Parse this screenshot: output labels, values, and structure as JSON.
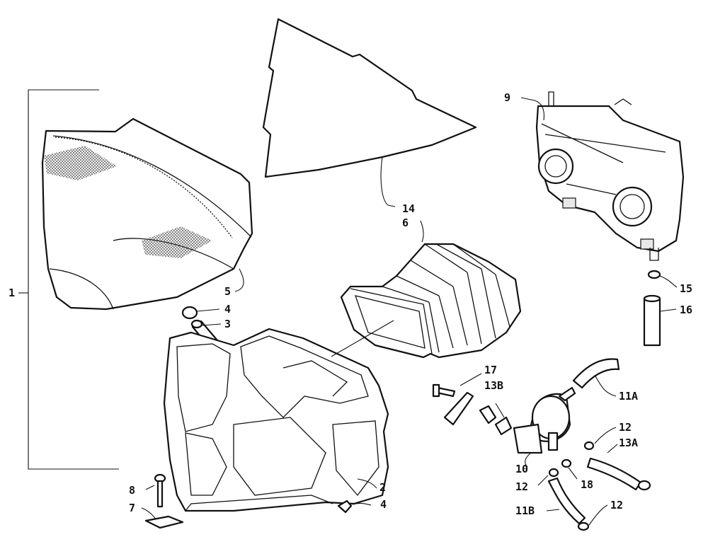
{
  "diagram": {
    "labels": {
      "p1": "1",
      "p2": "2",
      "p3": "3",
      "p4a": "4",
      "p4b": "4",
      "p5": "5",
      "p6": "6",
      "p7": "7",
      "p8": "8",
      "p9": "9",
      "p10": "10",
      "p11a": "11A",
      "p11b": "11B",
      "p12a": "12",
      "p12b": "12",
      "p12c": "12",
      "p13a": "13A",
      "p13b": "13B",
      "p14": "14",
      "p15": "15",
      "p16": "16",
      "p17": "17",
      "p18": "18"
    }
  }
}
